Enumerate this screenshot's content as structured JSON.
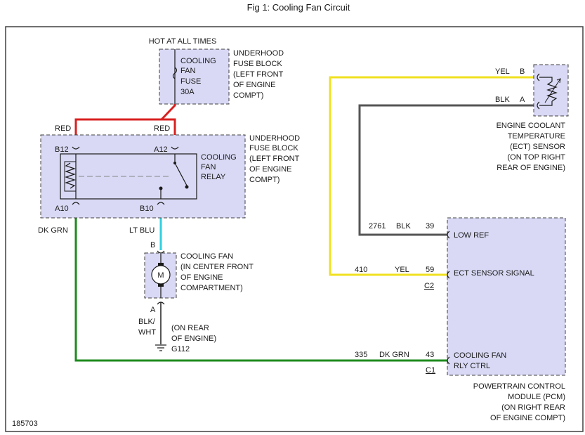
{
  "title": "Fig 1: Cooling Fan Circuit",
  "figure_id": "185703",
  "colors": {
    "red": "#d82020",
    "green": "#1e8a1e",
    "lt_blue": "#30d0e0",
    "yellow": "#f0e020",
    "gray": "#555555",
    "box_fill": "#d9d9f5",
    "frame": "#404040"
  },
  "fuse_block": {
    "hot_label": "HOT AT ALL TIMES",
    "fuse_lines": [
      "COOLING",
      "FAN",
      "FUSE",
      "30A"
    ],
    "location_lines": [
      "UNDERHOOD",
      "FUSE BLOCK",
      "(LEFT FRONT",
      "OF ENGINE",
      "COMPT)"
    ]
  },
  "relay_block": {
    "wire_left_color": "RED",
    "wire_right_color": "RED",
    "pin_b12": "B12",
    "pin_a12": "A12",
    "pin_a10": "A10",
    "pin_b10": "B10",
    "relay_lines": [
      "COOLING",
      "FAN",
      "RELAY"
    ],
    "location_lines": [
      "UNDERHOOD",
      "FUSE BLOCK",
      "(LEFT FRONT",
      "OF ENGINE",
      "COMPT)"
    ]
  },
  "fan": {
    "wire_dk_grn": "DK GRN",
    "wire_lt_blu": "LT BLU",
    "pin_b": "B",
    "pin_a": "A",
    "motor_symbol": "M",
    "desc_lines": [
      "COOLING FAN",
      "(IN CENTER FRONT",
      "OF ENGINE",
      "COMPARTMENT)"
    ],
    "ground_wire_lines": [
      "BLK/",
      "WHT"
    ],
    "ground_location_lines": [
      "(ON REAR",
      "OF ENGINE)"
    ],
    "ground_id": "G112"
  },
  "ect_sensor": {
    "pin_b_wire": "YEL",
    "pin_b": "B",
    "pin_a_wire": "BLK",
    "pin_a": "A",
    "desc_lines": [
      "ENGINE COOLANT",
      "TEMPERATURE",
      "(ECT) SENSOR",
      "(ON TOP RIGHT",
      "REAR OF ENGINE)"
    ]
  },
  "pcm": {
    "low_ref": {
      "circuit": "2761",
      "wire": "BLK",
      "pin": "39",
      "label": "LOW REF"
    },
    "ect_signal": {
      "circuit": "410",
      "wire": "YEL",
      "pin": "59",
      "label": "ECT SENSOR SIGNAL",
      "connector": "C2"
    },
    "fan_ctrl": {
      "circuit": "335",
      "wire": "DK GRN",
      "pin": "43",
      "label_lines": [
        "COOLING FAN",
        "RLY CTRL"
      ],
      "connector": "C1"
    },
    "desc_lines": [
      "POWERTRAIN CONTROL",
      "MODULE (PCM)",
      "(ON RIGHT REAR",
      "OF ENGINE COMPT)"
    ]
  }
}
